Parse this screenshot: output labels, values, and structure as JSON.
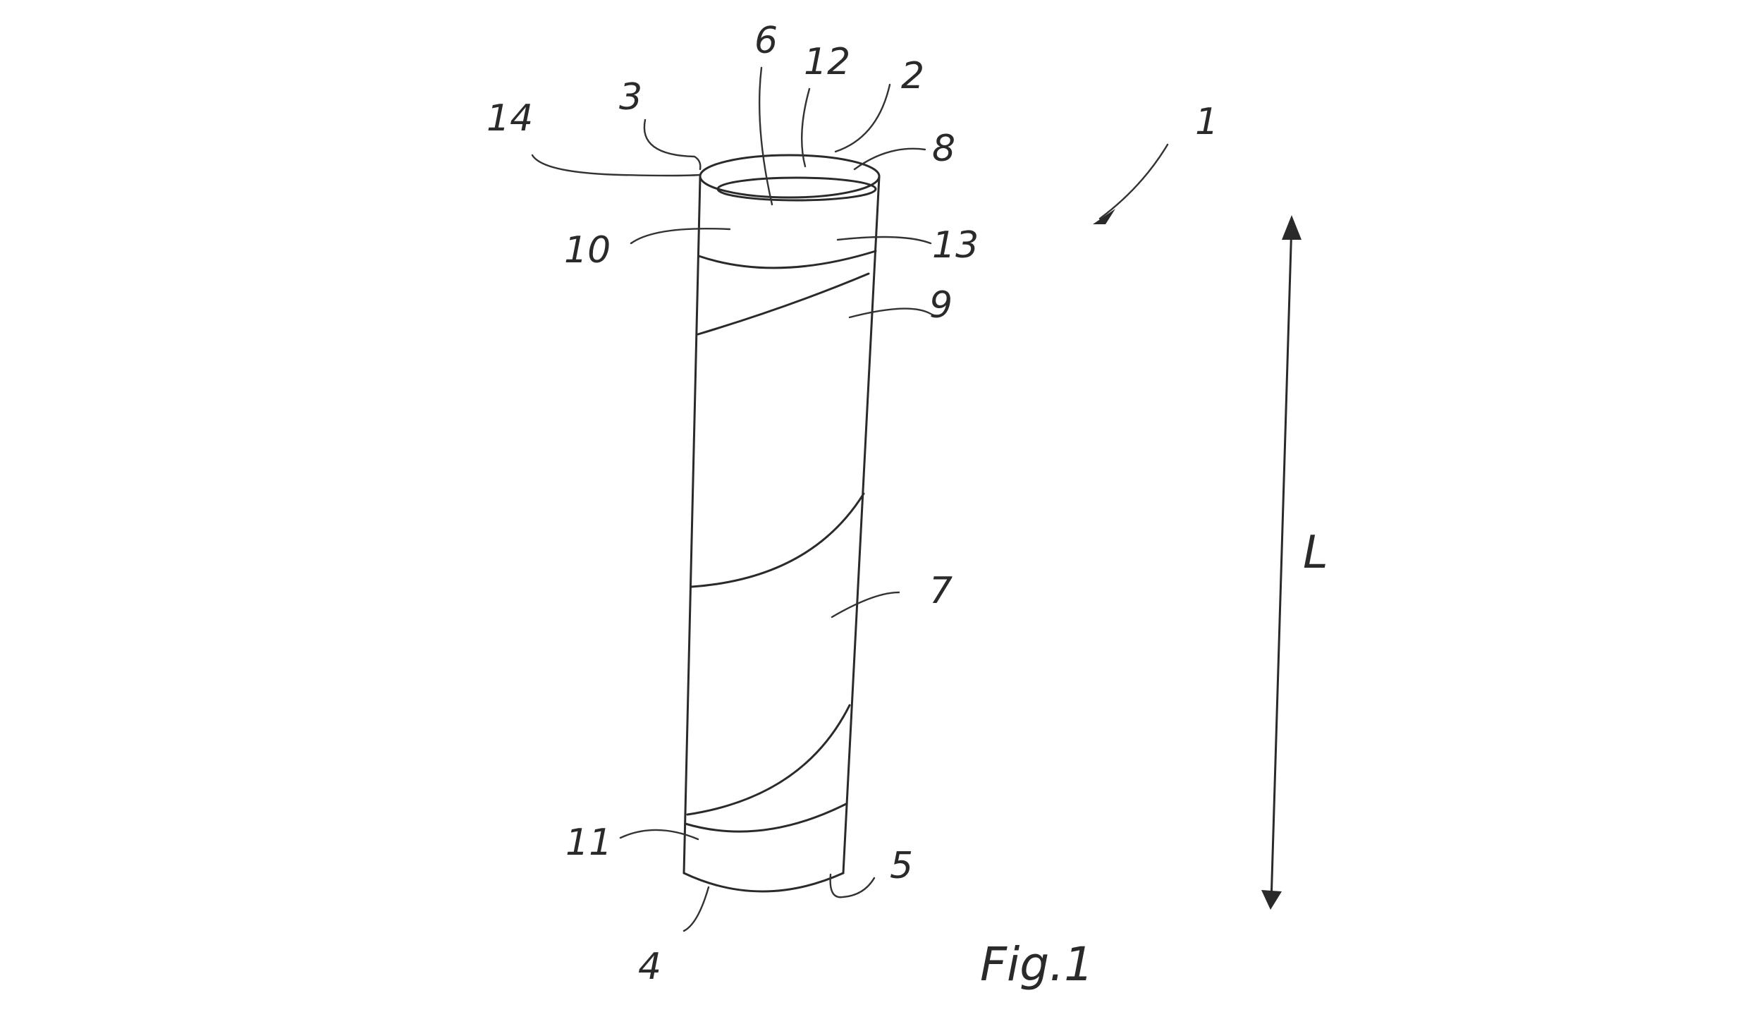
{
  "figure": {
    "caption": "Fig.1",
    "axis_label": "L",
    "reference_numerals": {
      "r1": "1",
      "r2": "2",
      "r3": "3",
      "r4": "4",
      "r5": "5",
      "r6": "6",
      "r7": "7",
      "r8": "8",
      "r9": "9",
      "r10": "10",
      "r11": "11",
      "r12": "12",
      "r13": "13",
      "r14": "14"
    }
  }
}
